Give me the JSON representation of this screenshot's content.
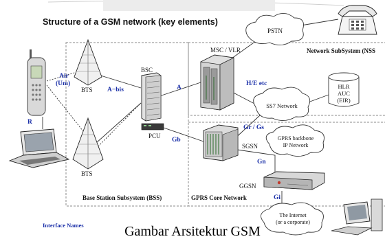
{
  "title": "Structure of a GSM network (key elements)",
  "caption": "Gambar Arsitektur GSM",
  "regions": {
    "nss": "Network SubSystem (NSS",
    "bss": "Base Station Subsystem (BSS)",
    "gprs": "GPRS Core Network"
  },
  "nodes": {
    "pstn": "PSTN",
    "msc": "MSC / VLR",
    "bsc": "BSC",
    "pcu": "PCU",
    "bts_top": "BTS",
    "bts_bottom": "BTS",
    "hlr": [
      "HLR",
      "AUC",
      "(EIR)"
    ],
    "ss7": "SS7 Network",
    "sgsn": "SGSN",
    "ggsn": "GGSN",
    "gprs_backbone": [
      "GPRS backbone",
      "IP Network"
    ],
    "internet": [
      "The Internet",
      "(or a corporate)"
    ]
  },
  "interfaces": {
    "air": [
      "Air",
      "(Um)"
    ],
    "abis": "A−bis",
    "a": "A",
    "he": "H/E etc",
    "gr_gs": "Gr / Gs",
    "gb": "Gb",
    "gn": "Gn",
    "gi": "Gi",
    "r": "R"
  },
  "legend": "Interface Names",
  "colors": {
    "interface_label": "#1a2fa8",
    "region_border": "#8a8a8a",
    "line": "#333333"
  }
}
